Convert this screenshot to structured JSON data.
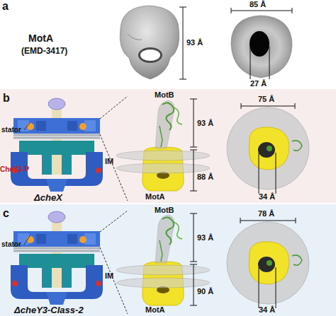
{
  "diagram": {
    "nodes": [
      {
        "text": [
          "b",
          "ΔcheX"
        ]
      },
      {
        "text": [
          "c",
          "ΔcheY3-Class-2"
        ]
      }
    ],
    "labels": [
      "a",
      "MotA",
      "(EMD-3417)",
      "93 Å",
      "85 Å",
      "27 Å",
      "stator",
      "CheY3-P",
      "MotB",
      "93 Å",
      "IM",
      "88 Å",
      "MotA",
      "75 Å",
      "34 Å",
      "stator",
      "MotB",
      "93 Å",
      "IM",
      "90 Å",
      "MotA",
      "78 Å",
      "34 Å"
    ]
  }
}
